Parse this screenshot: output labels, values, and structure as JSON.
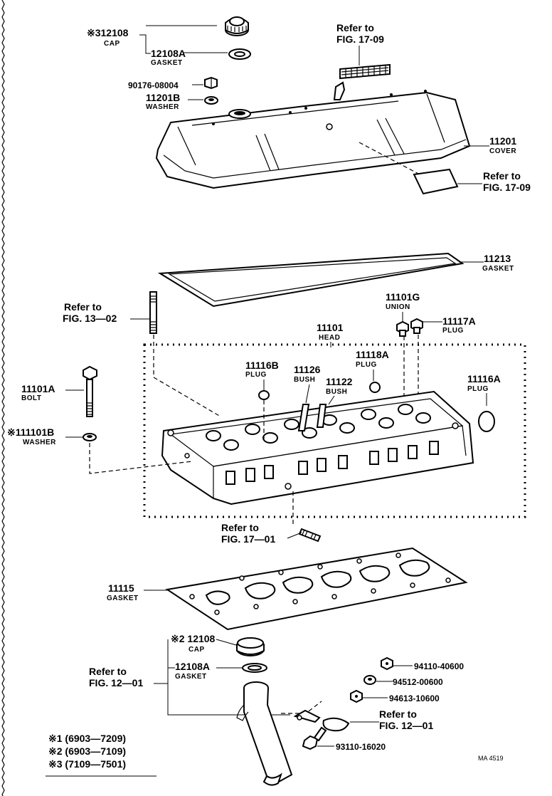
{
  "labels": {
    "cap_top_num": "※312108",
    "cap_top_name": "CAP",
    "gasket_top_num": "12108A",
    "gasket_top_name": "GASKET",
    "nut_top_num": "90176-08004",
    "washer_top_num": "11201B",
    "washer_top_name": "WASHER",
    "cover_num": "11201",
    "cover_name": "COVER",
    "cover_gasket_num": "11213",
    "cover_gasket_name": "GASKET",
    "union_num": "11101G",
    "union_name": "UNION",
    "plug_117_num": "11117A",
    "plug_117_name": "PLUG",
    "head_num": "11101",
    "head_name": "HEAD",
    "plug_116b_num": "11116B",
    "plug_116b_name": "PLUG",
    "bush_126_num": "11126",
    "bush_126_name": "BUSH",
    "bush_122_num": "11122",
    "bush_122_name": "BUSH",
    "plug_118_num": "11118A",
    "plug_118_name": "PLUG",
    "plug_116a_num": "11116A",
    "plug_116a_name": "PLUG",
    "bolt_num": "11101A",
    "bolt_name": "BOLT",
    "washer_num": "※111101B",
    "washer_name": "WASHER",
    "head_gasket_num": "11115",
    "head_gasket_name": "GASKET",
    "cap_bottom_num": "※2 12108",
    "cap_bottom_name": "CAP",
    "gasket_bottom_num": "12108A",
    "gasket_bottom_name": "GASKET",
    "nut_1": "94110-40600",
    "washer_1": "94512-00600",
    "nut_2": "94613-10600",
    "bolt_2": "93110-16020",
    "diagram_id": "MA 4519"
  },
  "references": {
    "ref_17_09_top": [
      "Refer to",
      "FIG. 17-09"
    ],
    "ref_17_09_right": [
      "Refer to",
      "FIG. 17-09"
    ],
    "ref_13_02": [
      "Refer to",
      "FIG. 13—02"
    ],
    "ref_17_01": [
      "Refer to",
      "FIG. 17—01"
    ],
    "ref_12_01_left": [
      "Refer to",
      "FIG. 12—01"
    ],
    "ref_12_01_right": [
      "Refer to",
      "FIG. 12—01"
    ]
  },
  "legend": [
    "※1 (6903—7209)",
    "※2 (6903—7109)",
    "※3 (7109—7501)"
  ]
}
